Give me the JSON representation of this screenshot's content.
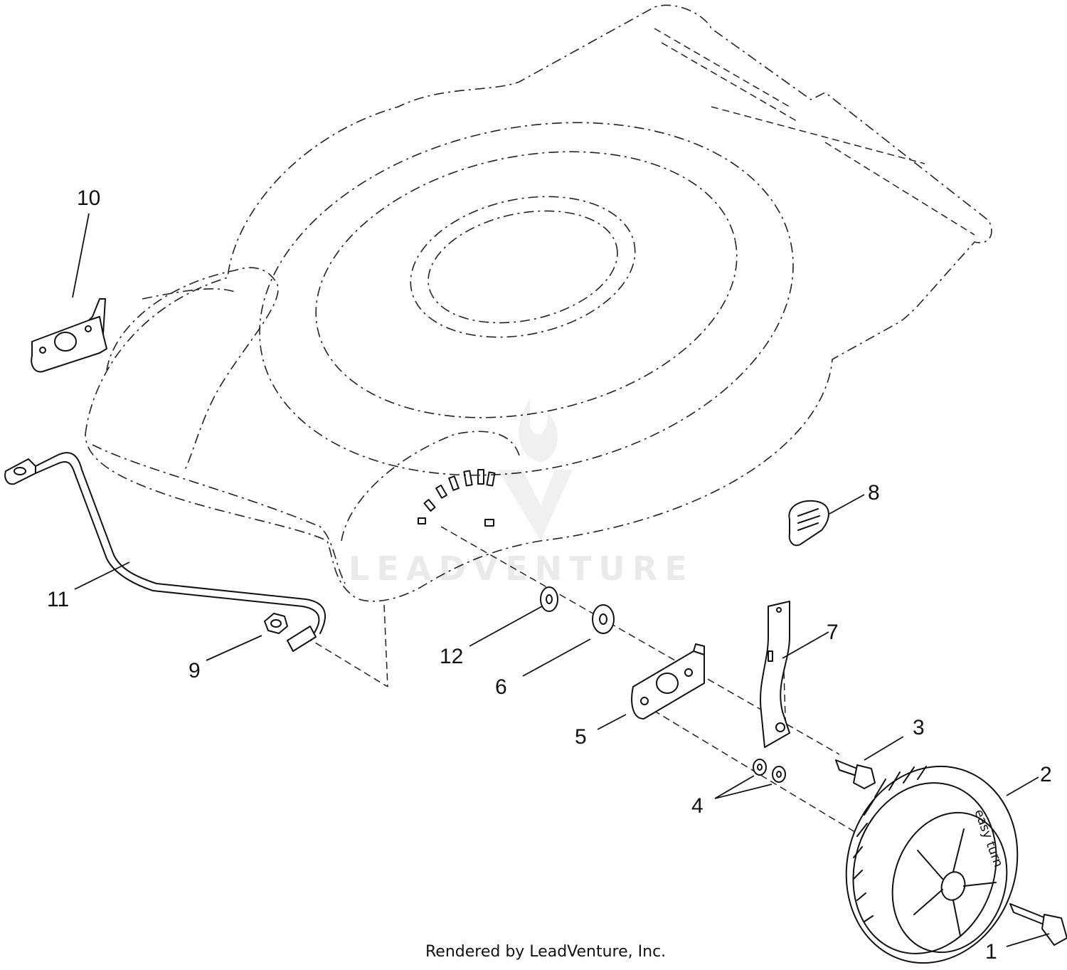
{
  "callouts": [
    {
      "id": "1",
      "label": "1"
    },
    {
      "id": "2",
      "label": "2"
    },
    {
      "id": "3",
      "label": "3"
    },
    {
      "id": "4",
      "label": "4"
    },
    {
      "id": "5",
      "label": "5"
    },
    {
      "id": "6",
      "label": "6"
    },
    {
      "id": "7",
      "label": "7"
    },
    {
      "id": "8",
      "label": "8"
    },
    {
      "id": "9",
      "label": "9"
    },
    {
      "id": "10",
      "label": "10"
    },
    {
      "id": "11",
      "label": "11"
    },
    {
      "id": "12",
      "label": "12"
    }
  ],
  "watermark": {
    "text": "LEADVENTURE"
  },
  "tire": {
    "sidewall_text": "easy turn"
  },
  "footer": {
    "credit": "Rendered by LeadVenture, Inc."
  }
}
